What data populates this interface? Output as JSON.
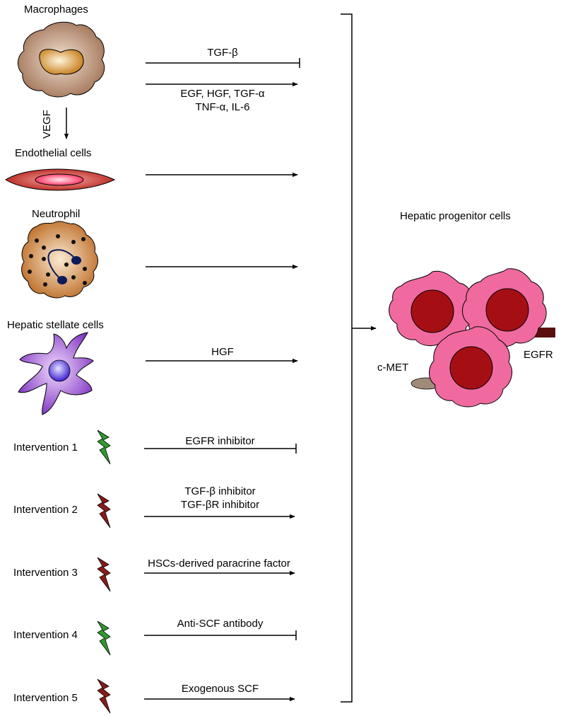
{
  "cells": {
    "macrophages": "Macrophages",
    "endothelial": "Endothelial cells",
    "neutrophil": "Neutrophil",
    "stellate": "Hepatic stellate cells",
    "progenitor": "Hepatic progenitor cells"
  },
  "vegf": "VEGF",
  "signals": {
    "tgf_beta": "TGF-β",
    "growth_factors_1": "EGF, HGF, TGF-α",
    "growth_factors_2": "TNF-α, IL-6",
    "hgf": "HGF"
  },
  "receptors": {
    "cmet": "c-MET",
    "egfr": "EGFR"
  },
  "interventions": [
    {
      "label": "Intervention 1",
      "agent": "EGFR inhibitor",
      "agent2": "",
      "effect": "inhibit",
      "color": "#2e9a2e"
    },
    {
      "label": "Intervention 2",
      "agent": "TGF-β inhibitor",
      "agent2": "TGF-βR inhibitor",
      "effect": "promote",
      "color": "#8b1a1a"
    },
    {
      "label": "Intervention 3",
      "agent": "HSCs-derived paracrine factor",
      "agent2": "",
      "effect": "promote",
      "color": "#8b1a1a"
    },
    {
      "label": "Intervention 4",
      "agent": "Anti-SCF antibody",
      "agent2": "",
      "effect": "inhibit",
      "color": "#2e9a2e"
    },
    {
      "label": "Intervention 5",
      "agent": "Exogenous SCF",
      "agent2": "",
      "effect": "promote",
      "color": "#8b1a1a"
    }
  ],
  "colors": {
    "macrophage": "#b98b6e",
    "endothelial": "#d0302a",
    "neutrophil": "#c8782a",
    "stellate": "#8a3cc8",
    "progenitor": "#f06aa0",
    "nucleus": "#a50f14",
    "inhibitor_bolt": "#2e9a2e",
    "promoter_bolt": "#8b1a1a"
  }
}
